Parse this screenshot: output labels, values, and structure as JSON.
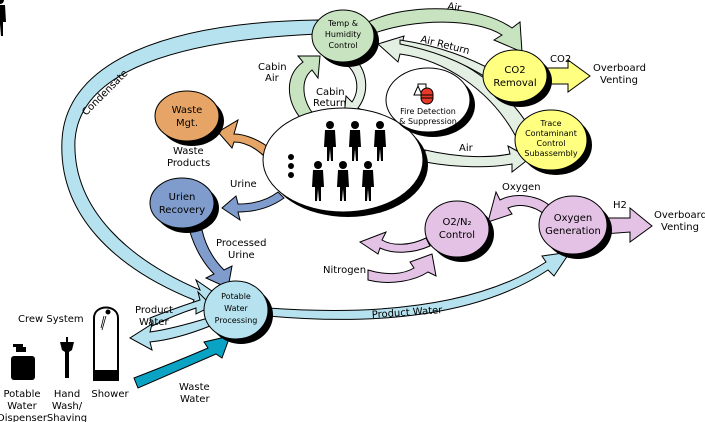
{
  "title": "Life Support System Flow Diagram",
  "colors": {
    "air_green": "#c8e3c0",
    "air_light": "#e3efe3",
    "water_blue": "#b5e2ee",
    "waste_water": "#0aa3c4",
    "urine_blue": "#7f9ccc",
    "waste_orange": "#e6a566",
    "gas_yellow": "#ffff80",
    "gas_pink": "#e4c2e6",
    "fire_red": "#e83a2a"
  },
  "nodes": {
    "temp_humidity": [
      "Temp &",
      "Humidity",
      "Control"
    ],
    "co2_removal": [
      "CO2",
      "Removal"
    ],
    "trace_contaminant": [
      "Trace",
      "Contaminant",
      "Control",
      "Subassembly"
    ],
    "fire_detection": [
      "Fire Detection",
      "& Suppression"
    ],
    "waste_mgt": [
      "Waste",
      "Mgt."
    ],
    "urine_recovery": [
      "Urien",
      "Recovery"
    ],
    "potable_water": [
      "Potable",
      "Water",
      "Processing"
    ],
    "o2n2_control": [
      "O2/N₂",
      "Control"
    ],
    "oxygen_generation": [
      "Oxygen",
      "Generation"
    ]
  },
  "labels": {
    "air_top": "Air",
    "air_return": "Air Return",
    "co2": "CO2",
    "overboard_venting_1": [
      "Overboard",
      "Venting"
    ],
    "cabin_air": [
      "Cabin",
      "Air"
    ],
    "cabin_return": [
      "Cabin",
      "Return"
    ],
    "condensate": "Condensate",
    "waste_products": [
      "Waste",
      "Products"
    ],
    "air_right": "Air",
    "urine": "Urine",
    "oxygen": "Oxygen",
    "h2": "H2",
    "overboard_venting_2": [
      "Overboard",
      "Venting"
    ],
    "processed_urine": [
      "Processed",
      "Urine"
    ],
    "nitrogen": "Nitrogen",
    "product_water_left": [
      "Product",
      "Water"
    ],
    "product_water_right": "Product Water",
    "crew_system": "Crew System",
    "waste_water": [
      "Waste",
      "Water"
    ]
  },
  "crew_fixtures": [
    {
      "name": "potable-water-dispenser",
      "label": [
        "Potable",
        "Water",
        "Dispenser"
      ]
    },
    {
      "name": "hand-wash-shaving",
      "label": [
        "Hand",
        "Wash/",
        "Shaving"
      ]
    },
    {
      "name": "shower",
      "label": [
        "Shower"
      ]
    }
  ]
}
